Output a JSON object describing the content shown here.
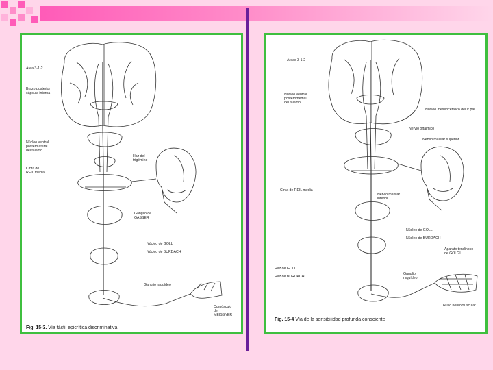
{
  "colors": {
    "background": "#ffd6ea",
    "title_bar": "#ff5bb8",
    "divider": "#6a1f9a",
    "panel_border": "#3fbf3f"
  },
  "left_figure": {
    "caption_fig": "Fig. 15-3.",
    "caption_text": "Vía táctil epicrítica discriminativa",
    "labels": {
      "area": "Area 3-1-2",
      "brazo": "Brazo posterior\ncápsula interna",
      "nucleo_ventral": "Núcleo ventral\nposterolateral\ndel tálamo",
      "cinta": "Cinta de\nREIL media",
      "haz": "Haz del\ntrigémino",
      "ganglio_gasser": "Ganglio de\nGASSER",
      "nucleo_goll": "Núcleo de GOLL",
      "nucleo_burdach": "Núcleo de BURDACH",
      "ganglio_raquideo": "Ganglio raquídeo",
      "corpusculo": "Corpúsculo\nde\nMEISSNER"
    }
  },
  "right_figure": {
    "caption_fig": "Fig. 15-4",
    "caption_text": "Vía de la sensibilidad profunda consciente",
    "labels": {
      "areas": "Areas 3-1-2",
      "nucleo_ventral": "Núcleo ventral\nposteromedial\ndel tálamo",
      "nucleo_mesencefalico": "Núcleo mesencefálico del V par",
      "nervio_oftalmico": "Nervio oftálmico",
      "nervio_maxilar": "Nervio maxilar superior",
      "cinta": "Cinta de REIL media",
      "nervio_maxilar_inf": "Nervio maxilar\ninferior",
      "nucleo_goll": "Núcleo de GOLL",
      "nucleo_burdach": "Núcleo de BURDACH",
      "aparato": "Aparato tendinoso\nde GOLGI",
      "haz_goll": "Haz de GOLL",
      "haz_burdach": "Haz de BURDACH",
      "ganglio": "Ganglio\nraquídeo",
      "huso": "Huso neuromuscular"
    }
  }
}
